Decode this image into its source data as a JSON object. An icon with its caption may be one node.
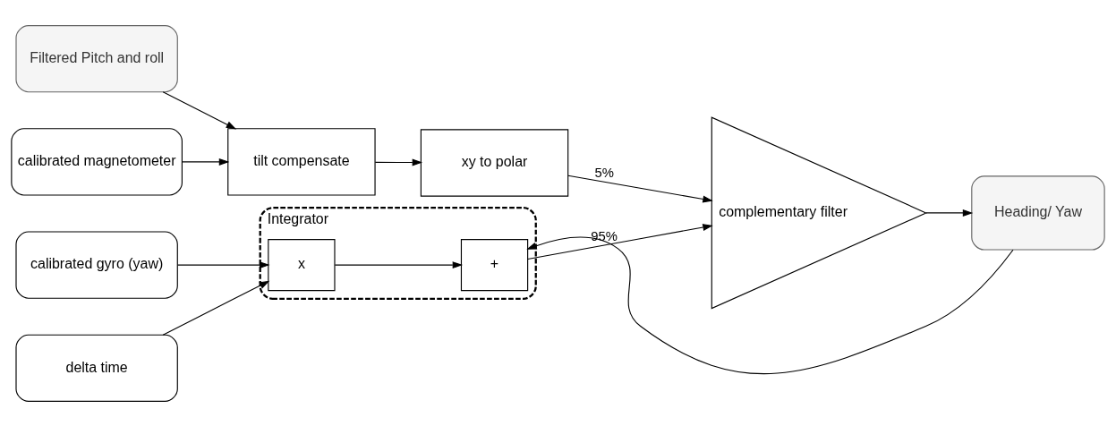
{
  "diagram": {
    "nodes": [
      {
        "text": [
          "calibrated gyro (yaw)"
        ]
      },
      {
        "text": [
          "delta time"
        ]
      },
      {
        "text": [
          "Integrator"
        ]
      },
      {
        "text": [
          "x"
        ],
        "in": 2
      },
      {
        "text": [
          "+"
        ],
        "in": 2
      },
      {
        "text": [
          "Filtered Pitch and roll"
        ]
      },
      {
        "text": [
          "calibrated magnetometer"
        ]
      },
      {
        "text": [
          "tilt compensate"
        ]
      },
      {
        "text": [
          "xy to polar"
        ]
      },
      {
        "text": [
          "complementary filter"
        ]
      },
      {
        "text": [
          "Heading/ Yaw"
        ]
      }
    ],
    "edges": [
      {
        "from": 0,
        "to": 3,
        "arrow": "to"
      },
      {
        "from": 1,
        "to": 3,
        "arrow": "to"
      },
      {
        "from": 3,
        "to": 4,
        "arrow": "to"
      },
      {
        "from": 4,
        "to": 9,
        "arrow": "to",
        "label": "95%"
      },
      {
        "from": 5,
        "to": 7,
        "arrow": "to"
      },
      {
        "from": 6,
        "to": 7,
        "arrow": "to"
      },
      {
        "from": 7,
        "to": 8,
        "arrow": "to"
      },
      {
        "from": 8,
        "to": 9,
        "arrow": "to",
        "label": "5%"
      },
      {
        "from": 9,
        "to": 10,
        "arrow": "to"
      },
      {
        "from": 10,
        "to": 4,
        "arrow": "to"
      }
    ]
  }
}
